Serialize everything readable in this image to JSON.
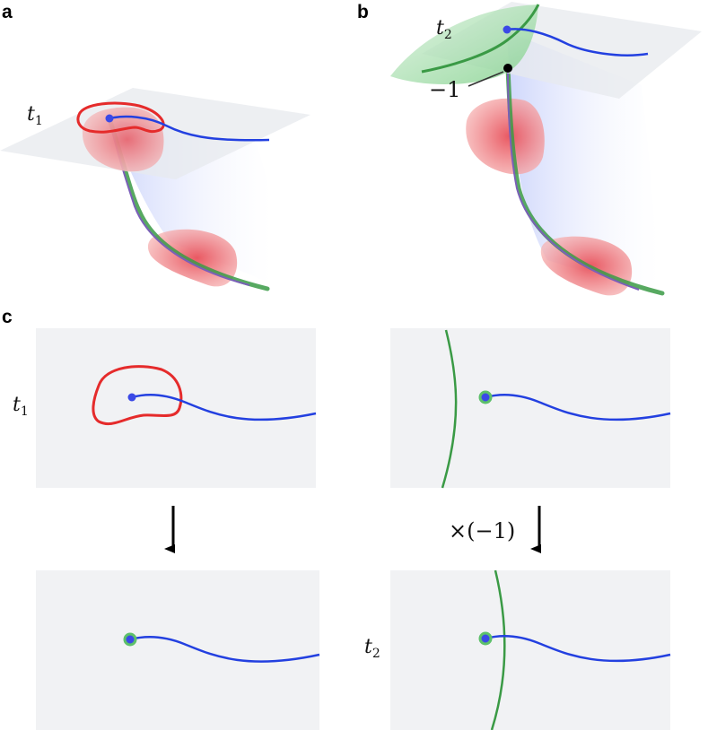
{
  "panels": {
    "a": {
      "letter": "a",
      "t_label": "t",
      "t_sub": "1"
    },
    "b": {
      "letter": "b",
      "t_label": "t",
      "t_sub": "2",
      "value_label": "−1"
    },
    "c": {
      "letter": "c",
      "left_top_t": "t",
      "left_top_sub": "1",
      "right_bottom_t": "t",
      "right_bottom_sub": "2",
      "multiplier_label": "×(−1)"
    }
  },
  "colors": {
    "plane": "#eeeff1",
    "red_loop": "#e52b2b",
    "blue_path": "#2340e0",
    "green_curve": "#3a9a45",
    "arrow": "#000000"
  }
}
